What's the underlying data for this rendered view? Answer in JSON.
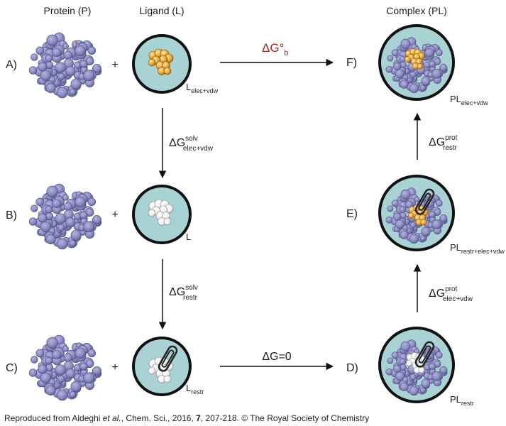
{
  "headers": {
    "protein": "Protein (P)",
    "ligand": "Ligand (L)",
    "complex": "Complex (PL)"
  },
  "row_labels": [
    "A)",
    "B)",
    "C)",
    "D)",
    "E)",
    "F)"
  ],
  "plus": "+",
  "ligand_labels": {
    "a": {
      "main": "L",
      "sub": "elec+vdw"
    },
    "b": {
      "main": "L",
      "sub": ""
    },
    "c": {
      "main": "L",
      "sub": "restr"
    }
  },
  "complex_labels": {
    "f": {
      "main": "PL",
      "sub": "elec+vdw"
    },
    "e": {
      "main": "PL",
      "sub": "restr+elec+vdw"
    },
    "d": {
      "main": "PL",
      "sub": "restr"
    }
  },
  "transitions": {
    "binding": {
      "main": "ΔG°",
      "sub": "b"
    },
    "ligand_solv_elec": {
      "main": "ΔG",
      "sup": "solv",
      "sub": "elec+vdw"
    },
    "ligand_solv_restr": {
      "main": "ΔG",
      "sup": "solv",
      "sub": "restr"
    },
    "zero": {
      "main": "ΔG=0"
    },
    "prot_elec": {
      "main": "ΔG",
      "sup": "prot",
      "sub": "elec+vdw"
    },
    "prot_restr": {
      "main": "ΔG",
      "sup": "prot",
      "sub": "restr"
    }
  },
  "citation": {
    "prefix": "Reproduced from Aldeghi ",
    "etal": "et al.",
    "middle": ", Chem. Sci., 2016, ",
    "volume": "7",
    "suffix": ", 207-218. © The Royal Society of Chemistry"
  },
  "colors": {
    "protein": "#8888c0",
    "protein_dark": "#5d5d94",
    "protein_light": "#a9a9d8",
    "circle_fill": "#a8d2d4",
    "ligand_gold": "#e8a838",
    "ligand_white": "#f2f2f2",
    "red_label": "#b02020",
    "ink": "#111111"
  }
}
